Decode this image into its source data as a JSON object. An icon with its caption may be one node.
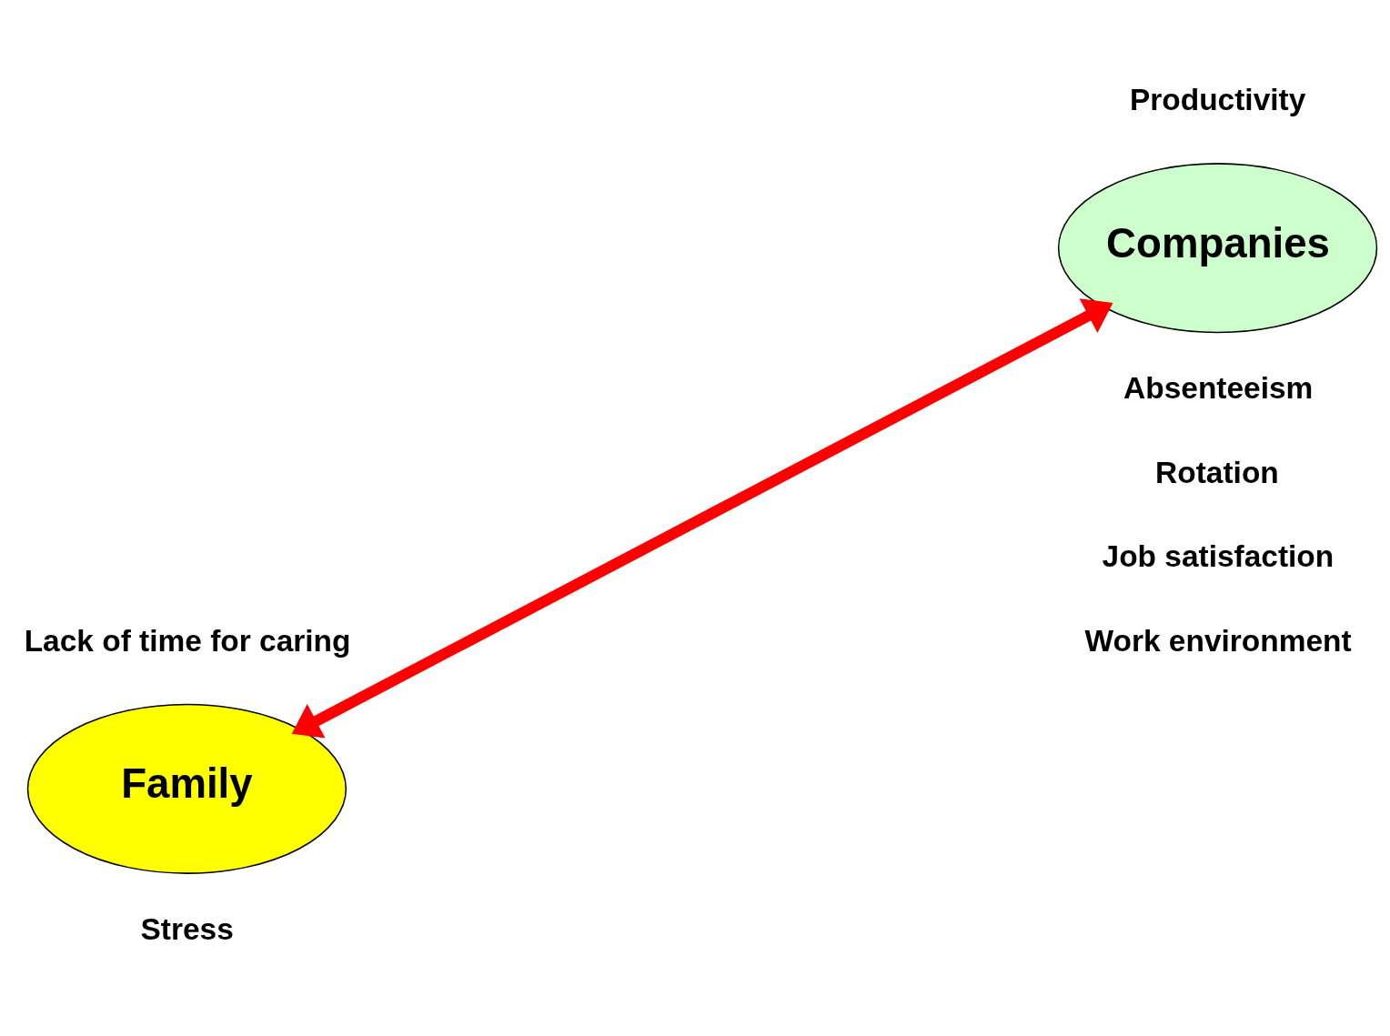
{
  "diagram": {
    "nodes": [
      {
        "text": [
          "Companies"
        ],
        "beside": [
          "Productivity",
          "Absenteeism",
          "Rotation",
          "Job satisfaction",
          "Work environment"
        ]
      },
      {
        "text": [
          "Family"
        ],
        "beside": [
          "Lack of time for caring",
          "Stress"
        ]
      }
    ],
    "edges": [
      {
        "from": 1,
        "to": 0,
        "arrow": "both",
        "color": "#ff0000"
      }
    ]
  }
}
